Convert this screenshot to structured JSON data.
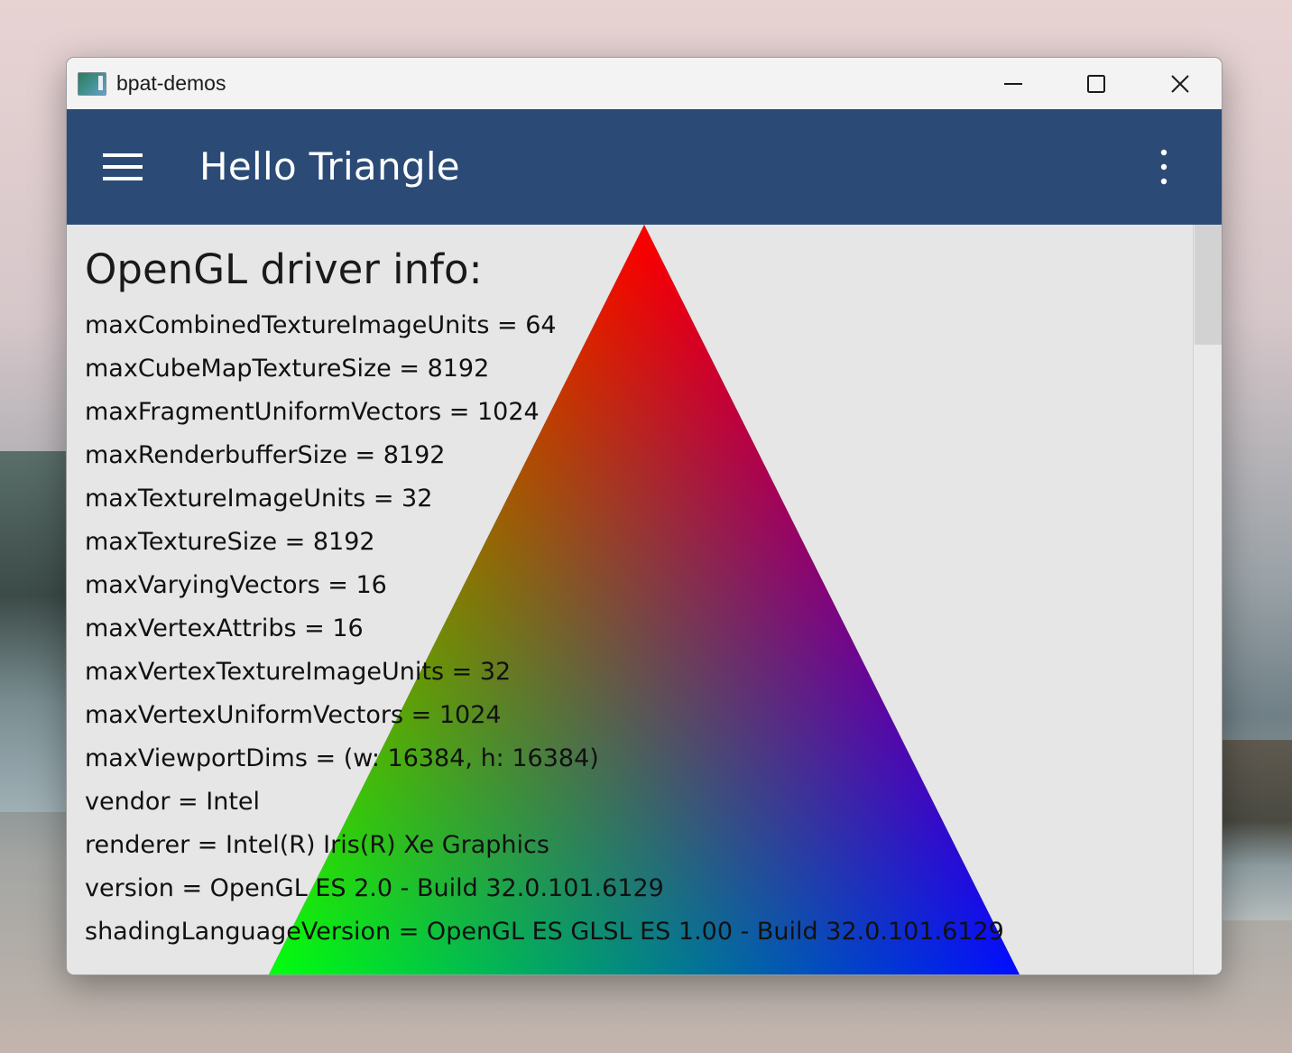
{
  "window": {
    "title": "bpat-demos"
  },
  "appbar": {
    "title": "Hello Triangle"
  },
  "info": {
    "heading": "OpenGL driver info:",
    "lines": [
      "maxCombinedTextureImageUnits = 64",
      "maxCubeMapTextureSize = 8192",
      "maxFragmentUniformVectors = 1024",
      "maxRenderbufferSize = 8192",
      "maxTextureImageUnits = 32",
      "maxTextureSize = 8192",
      "maxVaryingVectors = 16",
      "maxVertexAttribs = 16",
      "maxVertexTextureImageUnits = 32",
      "maxVertexUniformVectors = 1024",
      "maxViewportDims = (w: 16384, h: 16384)",
      "vendor = Intel",
      "renderer = Intel(R) Iris(R) Xe Graphics",
      "version = OpenGL ES 2.0 - Build 32.0.101.6129",
      "shadingLanguageVersion = OpenGL ES GLSL ES 1.00 - Build 32.0.101.6129"
    ]
  },
  "icons": {
    "app": "app-icon",
    "minimize": "minimize-icon",
    "maximize": "maximize-icon",
    "close": "close-icon",
    "menu": "hamburger-menu-icon",
    "overflow": "more-vertical-icon"
  },
  "colors": {
    "appbar": "#2b4b76",
    "content_bg": "#e6e6e6",
    "triangle_top": "#ff0000",
    "triangle_left": "#00ff00",
    "triangle_right": "#0000ff"
  }
}
